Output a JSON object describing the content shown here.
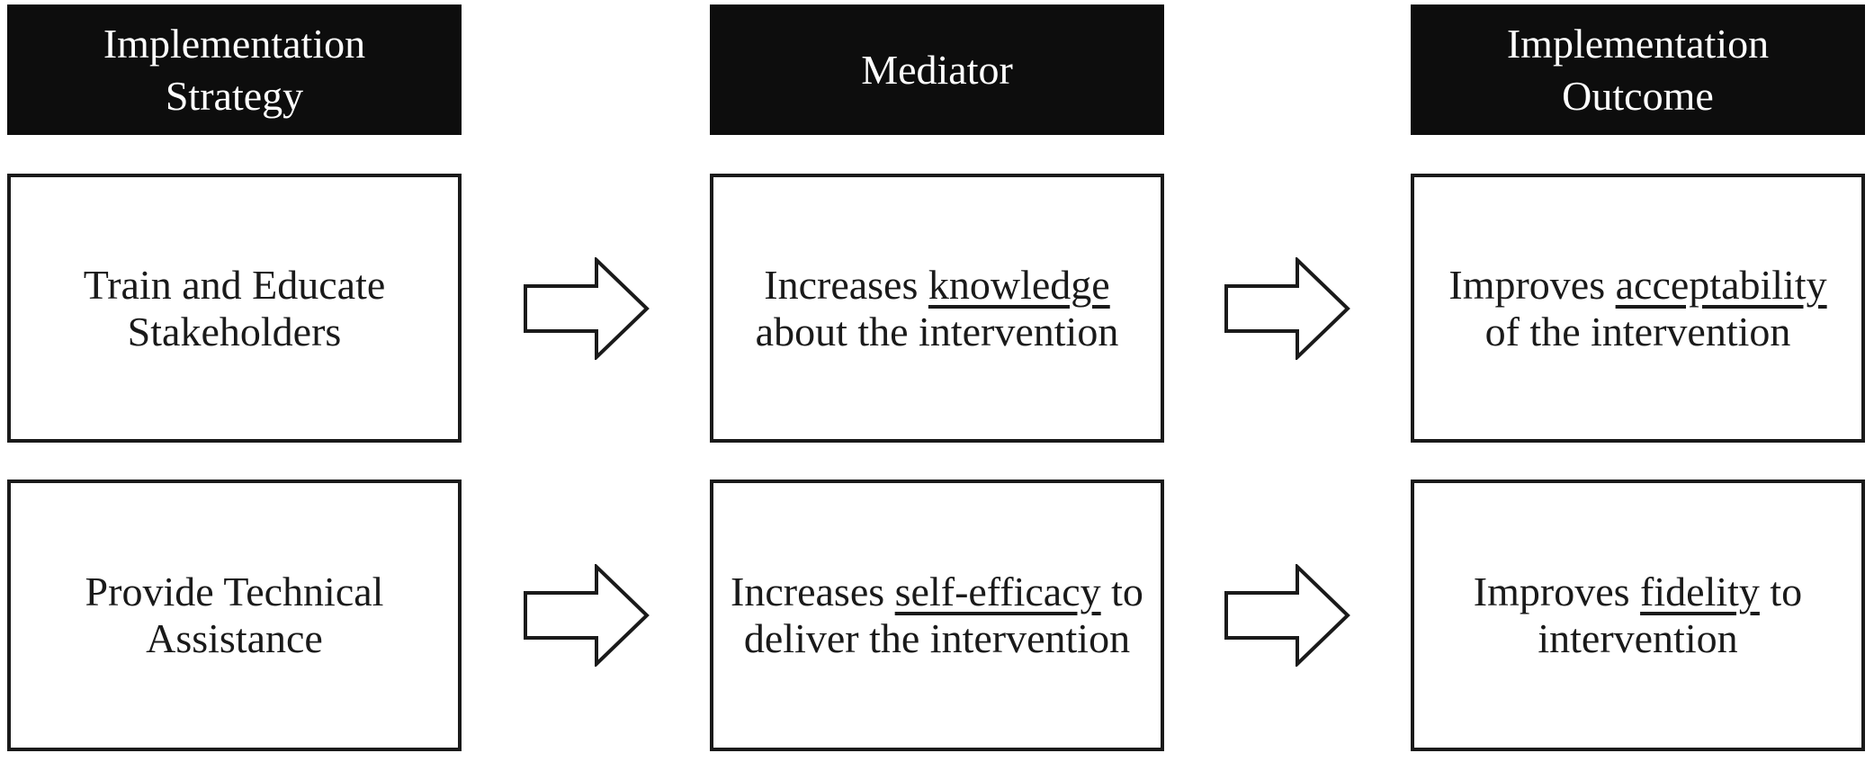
{
  "diagram": {
    "headers": [
      {
        "id": "strategy",
        "label": "Implementation\nStrategy"
      },
      {
        "id": "mediator",
        "label": "Mediator"
      },
      {
        "id": "outcome",
        "label": "Implementation\nOutcome"
      }
    ],
    "rows": [
      {
        "strategy": "Train and Educate\nStakeholders",
        "mediator": {
          "pre": "Increases ",
          "underlined": "knowledge",
          "post": "\nabout the intervention"
        },
        "outcome": {
          "pre": "Improves ",
          "underlined": "acceptability",
          "post": "\nof the intervention"
        }
      },
      {
        "strategy": "Provide Technical\nAssistance",
        "mediator": {
          "pre": "Increases ",
          "underlined": "self-efficacy",
          "post": " to\ndeliver the intervention"
        },
        "outcome": {
          "pre": "Improves ",
          "underlined": "fidelity",
          "post": " to\nintervention"
        }
      }
    ],
    "icons": {
      "arrow": "right-block-arrow-icon"
    },
    "colors": {
      "header_bg": "#0d0d0d",
      "header_text": "#ffffff",
      "box_border": "#1a1a1a",
      "text": "#1a1a1a",
      "background": "#ffffff"
    }
  }
}
